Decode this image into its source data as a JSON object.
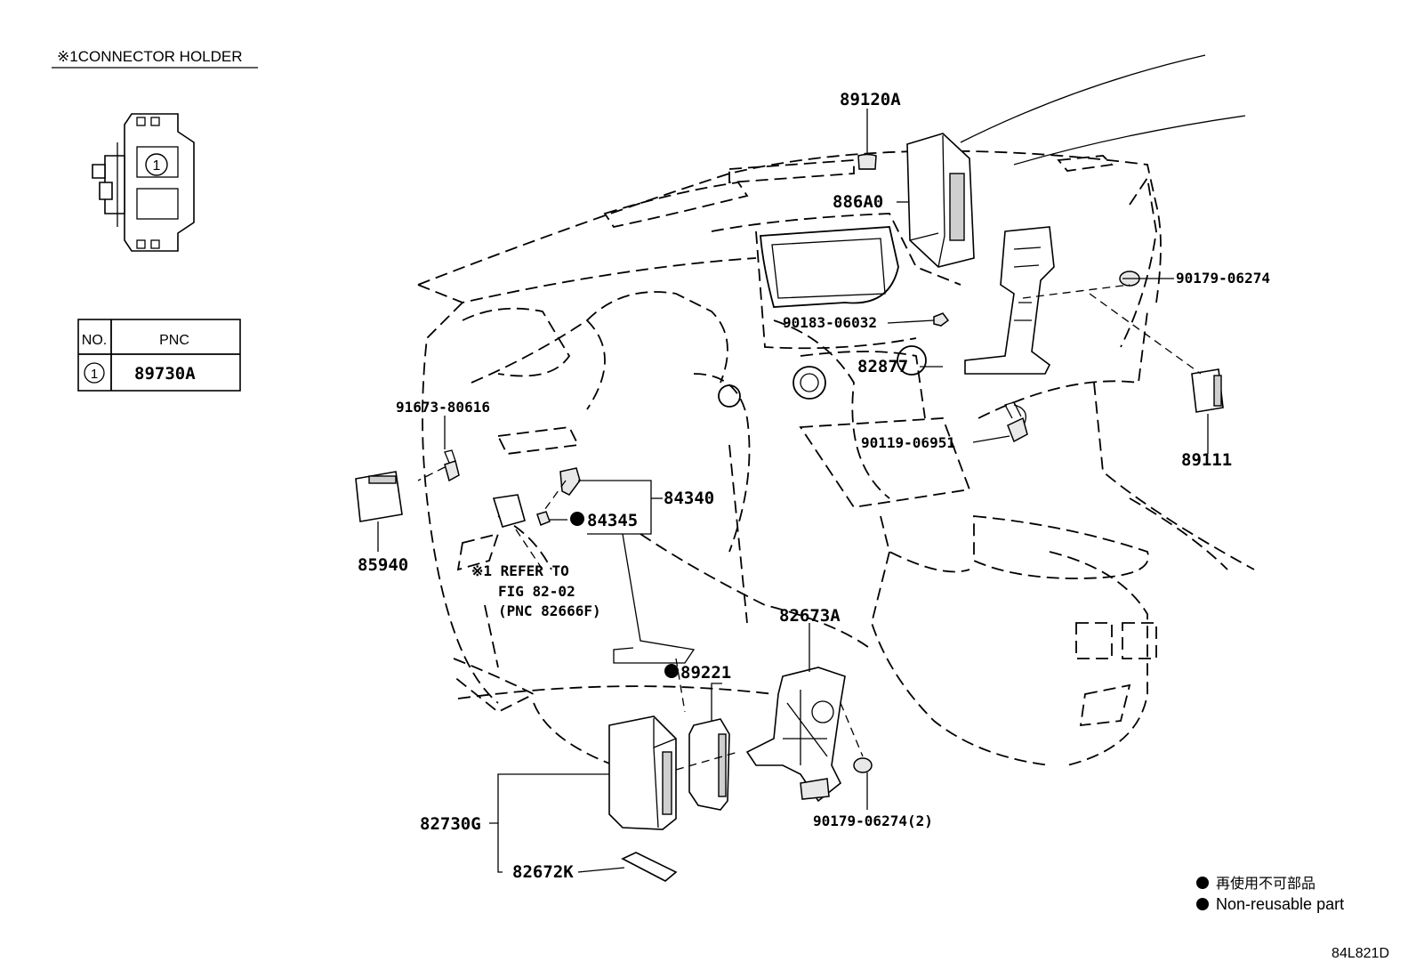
{
  "connector_holder": {
    "title": "※1CONNECTOR HOLDER",
    "marker": "1"
  },
  "pnc_table": {
    "header_no": "NO.",
    "header_pnc": "PNC",
    "rows": [
      {
        "no": "1",
        "pnc": "89730A"
      }
    ]
  },
  "callouts": {
    "p89120A": "89120A",
    "p886A0": "886A0",
    "p90179_06274": "90179-06274",
    "p90183_06032": "90183-06032",
    "p82877": "82877",
    "p90119_06951": "90119-06951",
    "p89111": "89111",
    "p91673_80616": "91673-80616",
    "p84340": "84340",
    "p84345": "84345",
    "p85940": "85940",
    "refer_line1": "※1 REFER TO",
    "refer_line2": "FIG 82-02",
    "refer_line3": "(PNC 82666F)",
    "p82673A": "82673A",
    "p89221": "89221",
    "p82730G": "82730G",
    "p82672K": "82672K",
    "p90179_06274_2": "90179-06274(2)"
  },
  "legend": {
    "japanese": "再使用不可部品",
    "english": "Non-reusable part"
  },
  "figure_id": "84L821D"
}
